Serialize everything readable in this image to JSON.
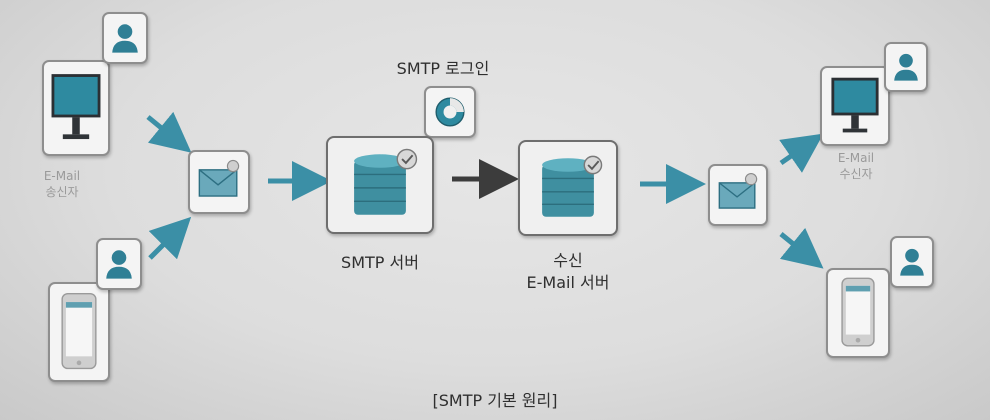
{
  "labels": {
    "sender": [
      "E-Mail",
      "송신자"
    ],
    "smtp_login": "SMTP 로그인",
    "smtp_server": "SMTP 서버",
    "recv_server": [
      "수신",
      "E-Mail 서버"
    ],
    "receiver": [
      "E-Mail",
      "수신자"
    ],
    "caption": "[SMTP 기본 원리]"
  },
  "colors": {
    "teal_arrow": "#3b8fa6",
    "dark_arrow": "#3c3c3c",
    "server_teal": "#3f8fa0",
    "monitor_screen": "#2e8aa0",
    "user_icon": "#2f7f95"
  },
  "icons": {
    "sender_monitor": "desktop-monitor-icon",
    "sender_user_top": "user-icon",
    "sender_phone": "smartphone-icon",
    "sender_user_bottom": "user-icon",
    "envelope": "envelope-icon",
    "login": "login-icon",
    "server": "database-server-icon",
    "check": "check-badge-icon"
  }
}
